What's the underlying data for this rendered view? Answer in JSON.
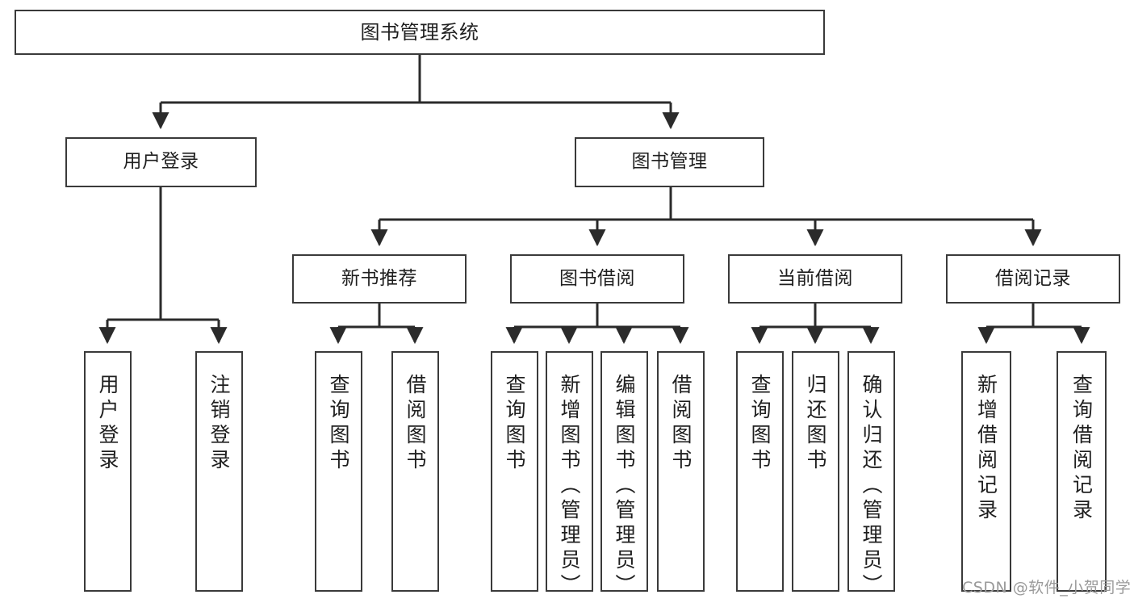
{
  "diagram": {
    "type": "tree",
    "title": "图书管理系统",
    "orientation": "top-down",
    "colors": {
      "box_border": "#3a3a3a",
      "box_fill": "#ffffff",
      "edge": "#2b2b2b",
      "text": "#1f1f1f",
      "watermark": "#9a9a9a",
      "background": "#ffffff"
    },
    "root": {
      "label": "图书管理系统"
    },
    "level2": [
      {
        "label": "用户登录"
      },
      {
        "label": "图书管理"
      }
    ],
    "level3": [
      {
        "label": "新书推荐"
      },
      {
        "label": "图书借阅"
      },
      {
        "label": "当前借阅"
      },
      {
        "label": "借阅记录"
      }
    ],
    "leaves": {
      "user_login": [
        {
          "label": "用户登录"
        },
        {
          "label": "注销登录"
        }
      ],
      "new_book_recommend": [
        {
          "label": "查询图书"
        },
        {
          "label": "借阅图书"
        }
      ],
      "book_borrow": [
        {
          "label": "查询图书"
        },
        {
          "label": "新增图书（管理员）"
        },
        {
          "label": "编辑图书（管理员）"
        },
        {
          "label": "借阅图书"
        }
      ],
      "current_borrow": [
        {
          "label": "查询图书"
        },
        {
          "label": "归还图书"
        },
        {
          "label": "确认归还（管理员）"
        }
      ],
      "borrow_records": [
        {
          "label": "新增借阅记录"
        },
        {
          "label": "查询借阅记录"
        }
      ]
    }
  },
  "watermark": {
    "text": "CSDN @软件_小贺同学"
  }
}
